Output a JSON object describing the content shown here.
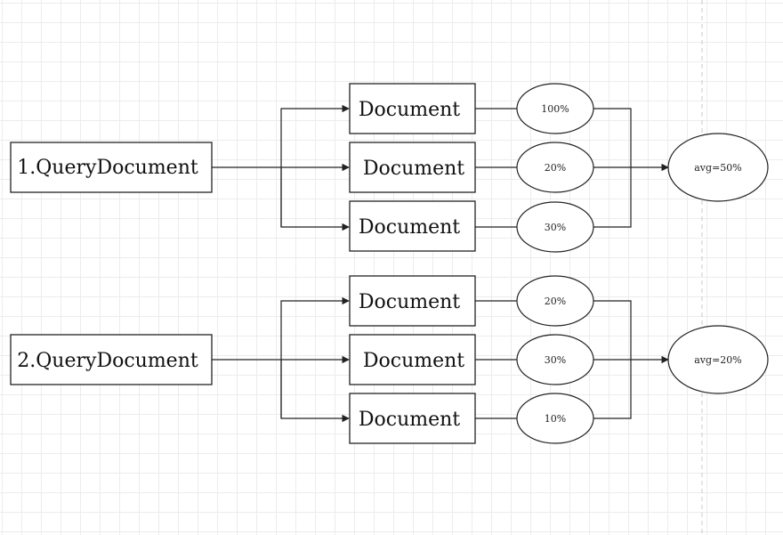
{
  "groups": [
    {
      "query_label": "1.QueryDocument",
      "documents": [
        {
          "label": "Document",
          "score": "100%"
        },
        {
          "label": "Document",
          "score": "20%"
        },
        {
          "label": "Document",
          "score": "30%"
        }
      ],
      "average": "avg=50%"
    },
    {
      "query_label": "2.QueryDocument",
      "documents": [
        {
          "label": "Document",
          "score": "20%"
        },
        {
          "label": "Document",
          "score": "30%"
        },
        {
          "label": "Document",
          "score": "10%"
        }
      ],
      "average": "avg=20%"
    }
  ],
  "colors": {
    "stroke": "#222222",
    "grid": "#ececec",
    "background": "#ffffff"
  }
}
